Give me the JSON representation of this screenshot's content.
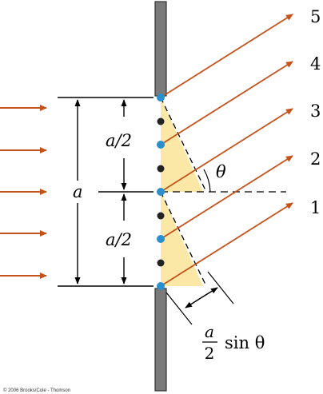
{
  "colors": {
    "background": "#ffffff",
    "barrier": "#7a7a7a",
    "barrier_edge": "#333333",
    "ray": "#c5521b",
    "wedge": "#fbe8a6",
    "source_point": "#2a8fcf",
    "dot": "#222222",
    "line": "#000000",
    "dashed_line": "#000000"
  },
  "ray_labels": [
    "5",
    "4",
    "3",
    "2",
    "1"
  ],
  "dimension_labels": {
    "half_top": "a/2",
    "half_bottom": "a/2",
    "full": "a",
    "angle": "θ",
    "path_difference_numerator": "a",
    "path_difference_denominator": "2",
    "path_difference_rest": "sin θ"
  },
  "copyright": "© 2006 Brooks/Cole - Thomson",
  "icons": {
    "incoming_arrows": "arrow-right-icon",
    "rays": "arrow-up-right-icon",
    "dimension_arrows": "double-arrow-icon"
  }
}
